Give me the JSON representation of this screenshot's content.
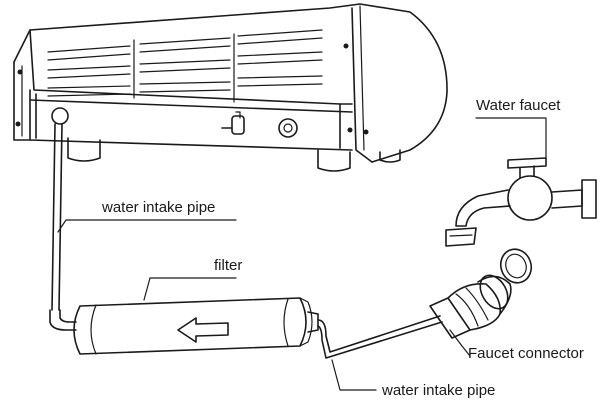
{
  "labels": {
    "water_faucet": "Water faucet",
    "water_intake_pipe_upper": "water intake pipe",
    "filter": "filter",
    "faucet_connector": "Faucet connector",
    "water_intake_pipe_lower": "water intake pipe"
  },
  "icons": {
    "machine": "water-dispenser-unit",
    "faucet": "water-faucet",
    "filter_arrow": "left-arrow",
    "washer": "rubber-washer-ring"
  }
}
